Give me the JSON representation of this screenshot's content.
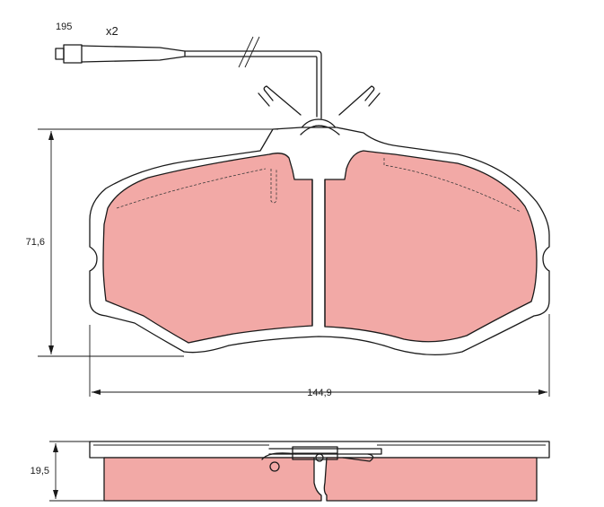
{
  "labels": {
    "sensor_length": "195",
    "quantity": "x2",
    "height": "71,6",
    "width": "144,9",
    "thickness": "19,5"
  },
  "colors": {
    "friction_material": "#f2a9a6",
    "line": "#1a1a1a"
  }
}
